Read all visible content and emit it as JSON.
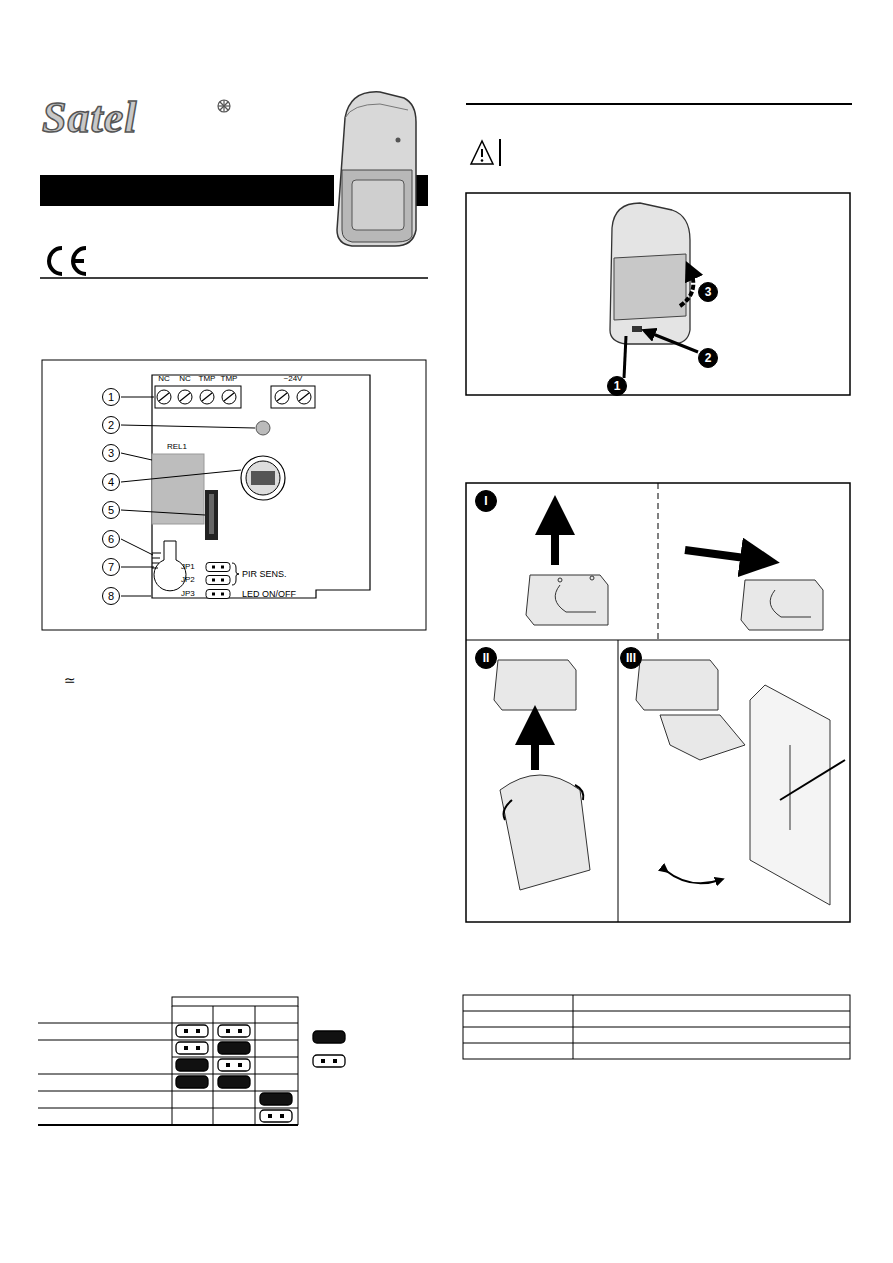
{
  "diagram": {
    "nodes": [
      {
        "text": [
          "1"
        ]
      },
      {
        "text": [
          "2"
        ]
      },
      {
        "text": [
          "3"
        ]
      },
      {
        "text": [
          "4"
        ]
      },
      {
        "text": [
          "5"
        ]
      },
      {
        "text": [
          "6"
        ]
      },
      {
        "text": [
          "7"
        ]
      },
      {
        "text": [
          "8"
        ]
      },
      {
        "text": [
          "1"
        ]
      },
      {
        "text": [
          "2"
        ]
      },
      {
        "text": [
          "3"
        ]
      },
      {
        "text": [
          "I"
        ]
      },
      {
        "text": [
          "II"
        ]
      },
      {
        "text": [
          "III"
        ]
      }
    ],
    "labels": [
      "Satel",
      "NC",
      "NC",
      "TMP",
      "TMP",
      "~24V",
      "REL1",
      "JP1",
      "JP2",
      "JP3",
      "PIR SENS.",
      "LED ON/OFF",
      "≃"
    ]
  }
}
